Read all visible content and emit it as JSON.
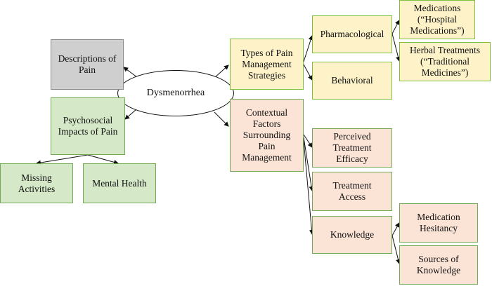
{
  "diagram": {
    "center": "Dysmenorrhea",
    "descriptions": "Descriptions of\nPain",
    "psychosocial": "Psychosocial\nImpacts of Pain",
    "missing": "Missing\nActivities",
    "mental": "Mental Health",
    "types": "Types of Pain\nManagement\nStrategies",
    "pharmacological": "Pharmacological",
    "behavioral": "Behavioral",
    "medications": "Medications\n(“Hospital\nMedications”)",
    "herbal": "Herbal Treatments\n(“Traditional\nMedicines”)",
    "contextual": "Contextual\nFactors\nSurrounding\nPain\nManagement",
    "efficacy": "Perceived\nTreatment\nEfficacy",
    "access": "Treatment\nAccess",
    "knowledge": "Knowledge",
    "hesitancy": "Medication\nHesitancy",
    "sources": "Sources of\nKnowledge"
  },
  "colors": {
    "gray_fill": "#cfcfcf",
    "green_fill": "#d5e8c7",
    "yellow_fill": "#fdf2c8",
    "peach_fill": "#fbe3d6",
    "green_border": "#72a955"
  }
}
